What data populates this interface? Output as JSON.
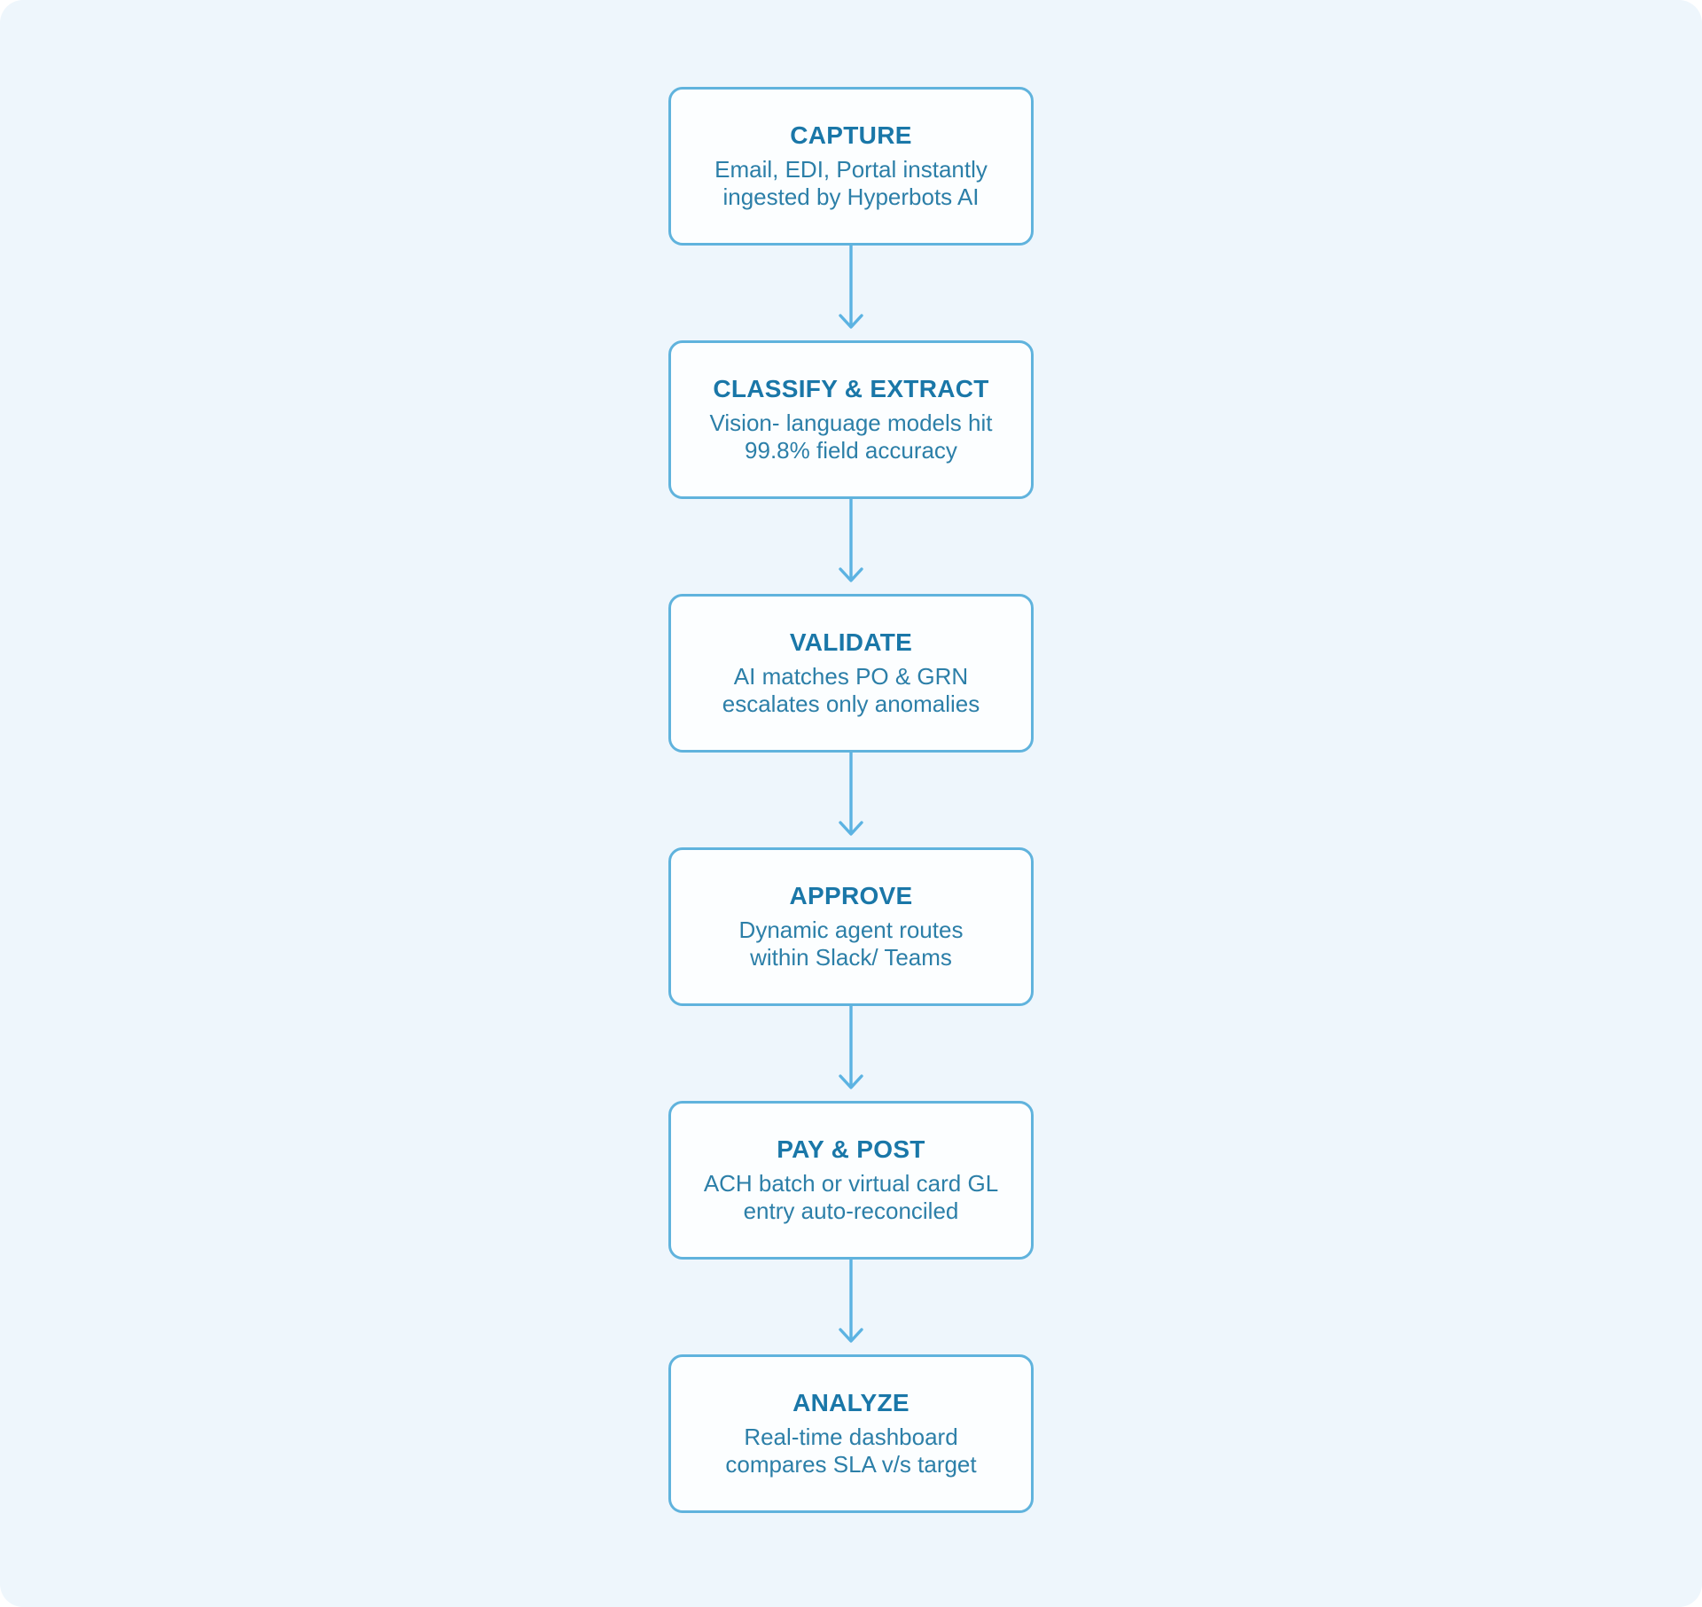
{
  "canvas": {
    "background": "#eef6fc"
  },
  "colors": {
    "box_border": "#60b3dd",
    "box_background": "#fcfeff",
    "title_text": "#1a77a8",
    "body_text": "#2c7fa8",
    "arrow": "#5cb3e2"
  },
  "flow": {
    "steps": [
      {
        "title": "CAPTURE",
        "description": "Email, EDI, Portal instantly\ningested by Hyperbots AI"
      },
      {
        "title": "CLASSIFY & EXTRACT",
        "description": "Vision- language models hit\n99.8% field accuracy"
      },
      {
        "title": "VALIDATE",
        "description": "AI matches PO & GRN\nescalates only anomalies"
      },
      {
        "title": "APPROVE",
        "description": "Dynamic agent routes\nwithin Slack/ Teams"
      },
      {
        "title": "PAY & POST",
        "description": "ACH batch or virtual card GL\nentry auto-reconciled"
      },
      {
        "title": "ANALYZE",
        "description": "Real-time dashboard\ncompares SLA v/s target"
      }
    ]
  }
}
